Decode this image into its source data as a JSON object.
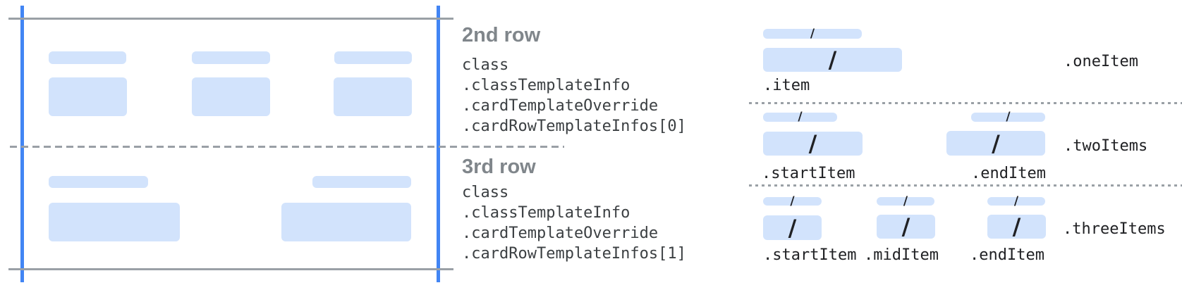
{
  "colors": {
    "guide_blue": "#4285f4",
    "placeholder_blue": "#d2e3fc",
    "line_gray": "#9aa0a6",
    "heading_gray": "#80868b",
    "code_text": "#3c4043",
    "slash_dark": "#202124"
  },
  "card_wireframe": {
    "rows": [
      {
        "heading": "2nd row",
        "code": [
          "class",
          ".classTemplateInfo",
          ".cardTemplateOverride",
          ".cardRowTemplateInfos[0]"
        ]
      },
      {
        "heading": "3rd row",
        "code": [
          "class",
          ".classTemplateInfo",
          ".cardTemplateOverride",
          ".cardRowTemplateInfos[1]"
        ]
      }
    ]
  },
  "item_layouts": {
    "slash": "/",
    "sections": [
      {
        "group_label": ".oneItem",
        "item_labels": [
          ".item"
        ]
      },
      {
        "group_label": ".twoItems",
        "item_labels": [
          ".startItem",
          ".endItem"
        ]
      },
      {
        "group_label": ".threeItems",
        "item_labels": [
          ".startItem",
          ".midItem",
          ".endItem"
        ]
      }
    ]
  }
}
